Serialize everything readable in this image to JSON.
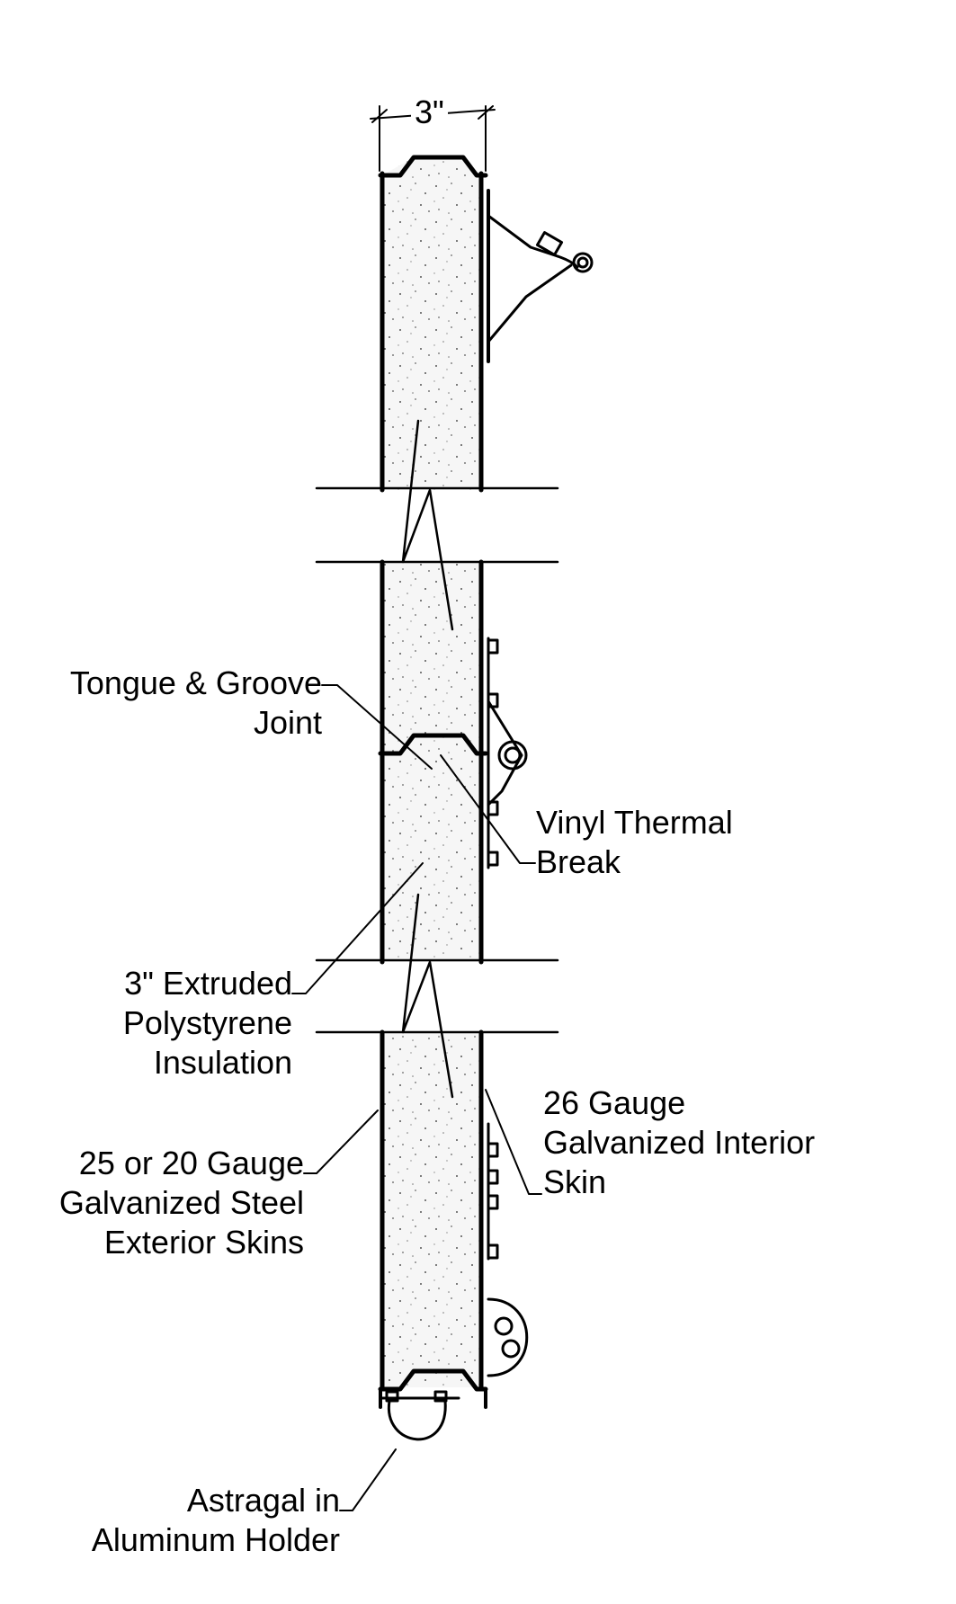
{
  "dimension": {
    "width_label": "3\""
  },
  "labels": {
    "tongue_groove": [
      "Tongue & Groove",
      "Joint"
    ],
    "vinyl_break": [
      "Vinyl Thermal",
      "Break"
    ],
    "insulation": [
      "3\" Extruded",
      "Polystyrene",
      "Insulation"
    ],
    "exterior_skin": [
      "25 or 20 Gauge",
      "Galvanized Steel",
      "Exterior Skins"
    ],
    "interior_skin": [
      "26 Gauge",
      "Galvanized Interior",
      "Skin"
    ],
    "astragal": [
      "Astragal in",
      "Aluminum Holder"
    ]
  }
}
